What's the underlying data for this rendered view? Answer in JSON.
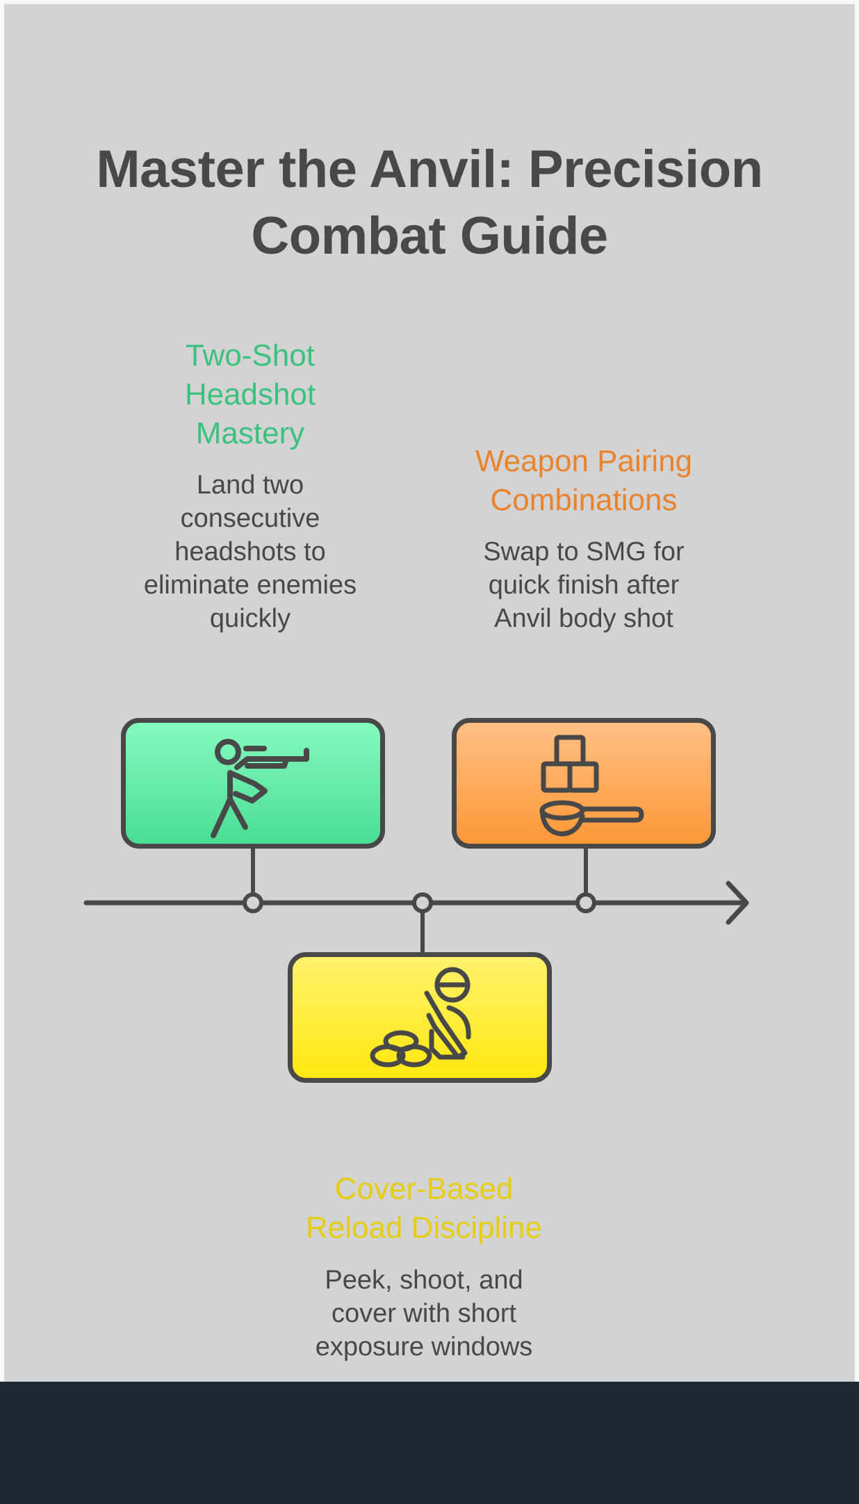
{
  "title": {
    "line1": "Master the Anvil: Precision",
    "line2": "Combat Guide"
  },
  "colors": {
    "background": "#d3d3d3",
    "text": "#484848",
    "green": "#3cc27f",
    "orange": "#e8832e",
    "yellow": "#e6cd10",
    "footer": "#1b2a35"
  },
  "steps": [
    {
      "heading_lines": [
        "Two-Shot",
        "Headshot",
        "Mastery"
      ],
      "description_lines": [
        "Land two",
        "consecutive",
        "headshots to",
        "eliminate enemies",
        "quickly"
      ],
      "icon": "rifle-shooter-icon",
      "color": "green"
    },
    {
      "heading_lines": [
        "Cover-Based",
        "Reload Discipline"
      ],
      "description_lines": [
        "Peek, shoot, and",
        "cover with short",
        "exposure windows"
      ],
      "icon": "soldier-behind-sandbags-icon",
      "color": "yellow"
    },
    {
      "heading_lines": [
        "Weapon Pairing",
        "Combinations"
      ],
      "description_lines": [
        "Swap to SMG for",
        "quick finish after",
        "Anvil body shot"
      ],
      "icon": "cubes-and-scoop-icon",
      "color": "orange"
    }
  ]
}
